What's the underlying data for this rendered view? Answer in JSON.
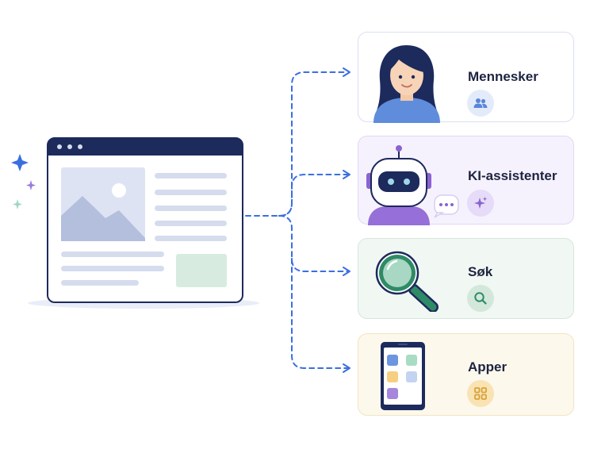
{
  "cards": [
    {
      "label": "Mennesker",
      "icon": "people-icon",
      "illustration": "person-illustration",
      "bg": "#ffffff",
      "border": "#d8e0f2",
      "badge_bg": "#e3ebfb",
      "accent": "#5b86d8"
    },
    {
      "label": "KI-assistenter",
      "icon": "sparkle-icon",
      "illustration": "robot-illustration",
      "bg": "#f6f2fd",
      "border": "#e2d7f6",
      "badge_bg": "#e6dbf8",
      "accent": "#8b63d1"
    },
    {
      "label": "Søk",
      "icon": "search-icon",
      "illustration": "magnifier-illustration",
      "bg": "#f1f7f3",
      "border": "#d6e7dc",
      "badge_bg": "#d3e8db",
      "accent": "#2f8a66"
    },
    {
      "label": "Apper",
      "icon": "grid-icon",
      "illustration": "phone-illustration",
      "bg": "#fdf8ec",
      "border": "#f2e4c2",
      "badge_bg": "#f9e3b3",
      "accent": "#d9a13a"
    }
  ],
  "colors": {
    "connector": "#3a6fe0",
    "navy": "#1d2a5c",
    "placeholder": "#d4dcee",
    "mountain": "#b3bfdd"
  }
}
